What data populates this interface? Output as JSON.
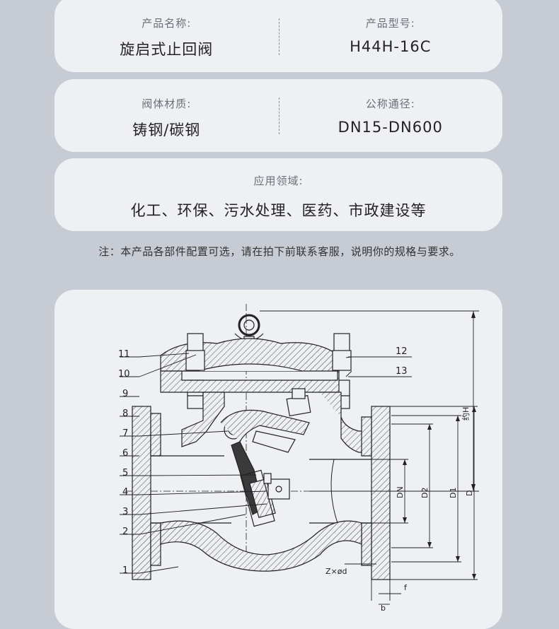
{
  "specs": {
    "product_name": {
      "label": "产品名称:",
      "value": "旋启式止回阀"
    },
    "product_model": {
      "label": "产品型号:",
      "value": "H44H-16C"
    },
    "body_material": {
      "label": "阀体材质:",
      "value": "铸钢/碳钢"
    },
    "nominal_diameter": {
      "label": "公称通径:",
      "value": "DN15-DN600"
    },
    "application": {
      "label": "应用领域:",
      "value": "化工、环保、污水处理、医药、市政建设等"
    }
  },
  "note": "注：本产品各部件配置可选，请在拍下前联系客服，说明你的规格与要求。",
  "drawing": {
    "part_numbers": [
      "1",
      "2",
      "3",
      "4",
      "5",
      "6",
      "7",
      "8",
      "9",
      "10",
      "11",
      "12",
      "13"
    ],
    "dimensions": {
      "dn": "DN",
      "d2": "D2",
      "d1": "D1",
      "d": "D",
      "h": "约H",
      "zxd": "Z×ød",
      "f": "f",
      "b": "b"
    }
  }
}
